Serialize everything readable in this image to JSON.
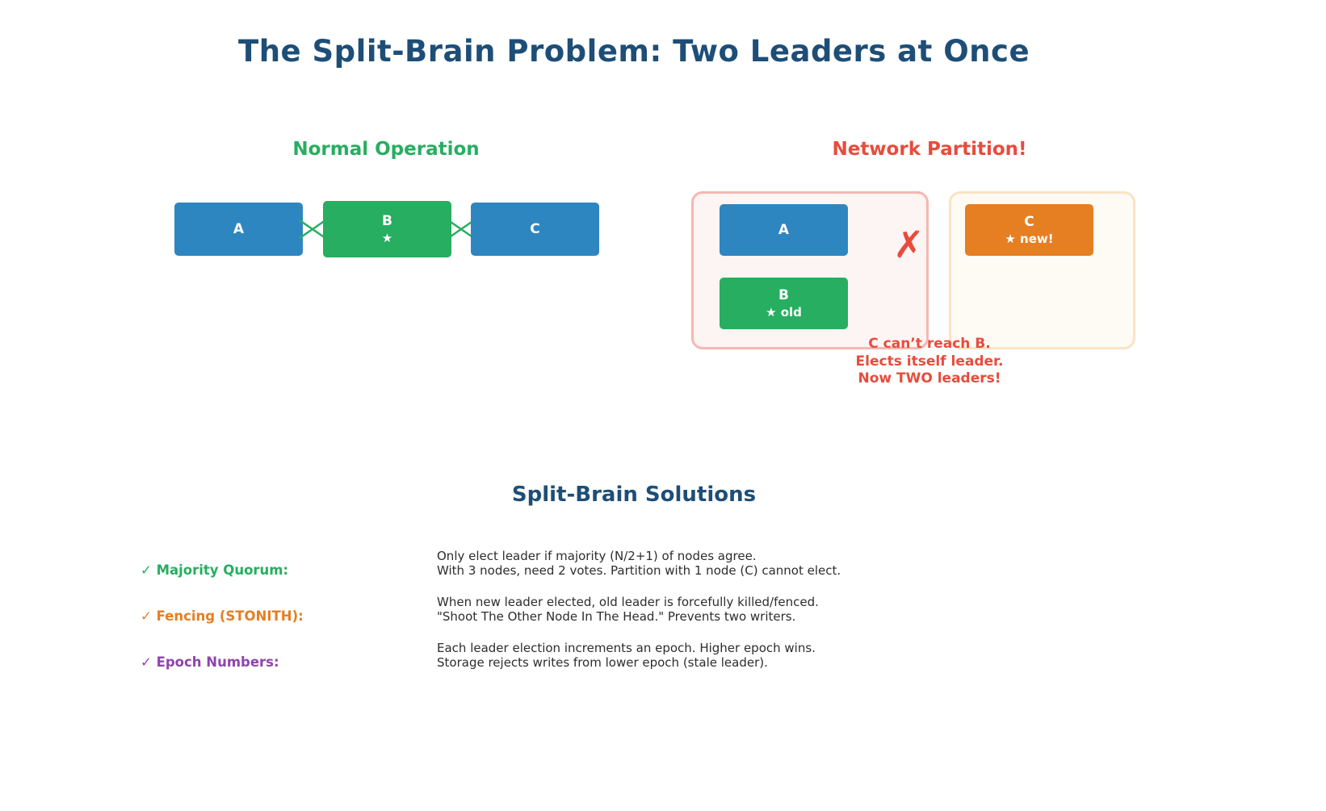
{
  "title": "The Split-Brain Problem: Two Leaders at Once",
  "normal": {
    "heading": "Normal Operation",
    "nodes": [
      {
        "label": "A"
      },
      {
        "label": "B",
        "sub": "★"
      },
      {
        "label": "C"
      }
    ]
  },
  "partition": {
    "heading": "Network Partition!",
    "left_group": {
      "nodes": [
        {
          "label": "A"
        },
        {
          "label": "B",
          "sub": "★ old"
        }
      ]
    },
    "right_group": {
      "nodes": [
        {
          "label": "C",
          "sub": "★ new!"
        }
      ]
    },
    "x_mark": "✗",
    "caption_lines": [
      "C can’t reach B.",
      "Elects itself leader.",
      "Now TWO leaders!"
    ]
  },
  "solutions": {
    "heading": "Split-Brain Solutions",
    "items": [
      {
        "label": "✓ Majority Quorum:",
        "line1": "Only elect leader if majority (N/2+1) of nodes agree.",
        "line2": "With 3 nodes, need 2 votes. Partition with 1 node (C) cannot elect."
      },
      {
        "label": "✓ Fencing (STONITH):",
        "line1": "When new leader elected, old leader is forcefully killed/fenced.",
        "line2": "\"Shoot The Other Node In The Head.\" Prevents two writers."
      },
      {
        "label": "✓ Epoch Numbers:",
        "line1": "Each leader election increments an epoch. Higher epoch wins.",
        "line2": "Storage rejects writes from lower epoch (stale leader)."
      }
    ]
  },
  "colors": {
    "title_blue": "#1d4e77",
    "node_blue": "#2e86c1",
    "node_green": "#27ae60",
    "node_orange": "#e67e22",
    "alert_red": "#e74c3c",
    "solution_purple": "#8e44ad"
  }
}
